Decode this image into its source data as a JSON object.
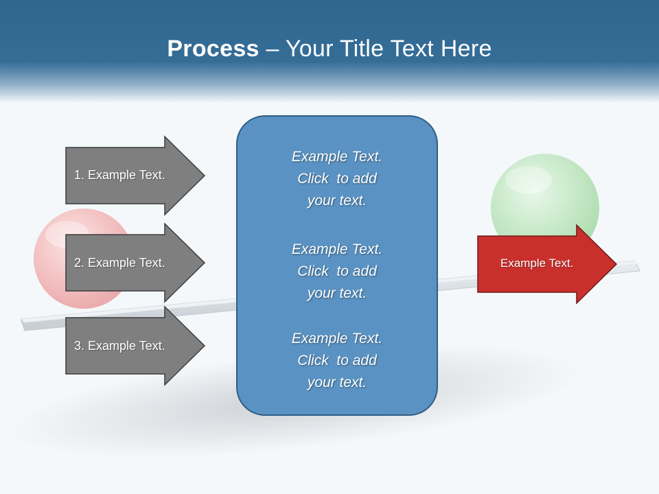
{
  "slide": {
    "title_bold": "Process",
    "title_rest": " – Your Title Text Here"
  },
  "left_arrows": [
    {
      "label": "1. Example Text."
    },
    {
      "label": "2. Example Text."
    },
    {
      "label": "3. Example Text."
    }
  ],
  "center_box": {
    "blocks": [
      {
        "line1": "Example Text.",
        "line2": "Click  to add",
        "line3": "your text."
      },
      {
        "line1": "Example Text.",
        "line2": "Click  to add",
        "line3": "your text."
      },
      {
        "line1": "Example Text.",
        "line2": "Click  to add",
        "line3": "your text."
      }
    ]
  },
  "right_arrow": {
    "label": "Example Text."
  },
  "colors": {
    "header": "#2f6690",
    "center_box": "#5a93c3",
    "left_arrows": "#7f7f7f",
    "right_arrow": "#c9302c",
    "left_ball": "#f1b7b7",
    "right_ball": "#b5e2b5"
  }
}
